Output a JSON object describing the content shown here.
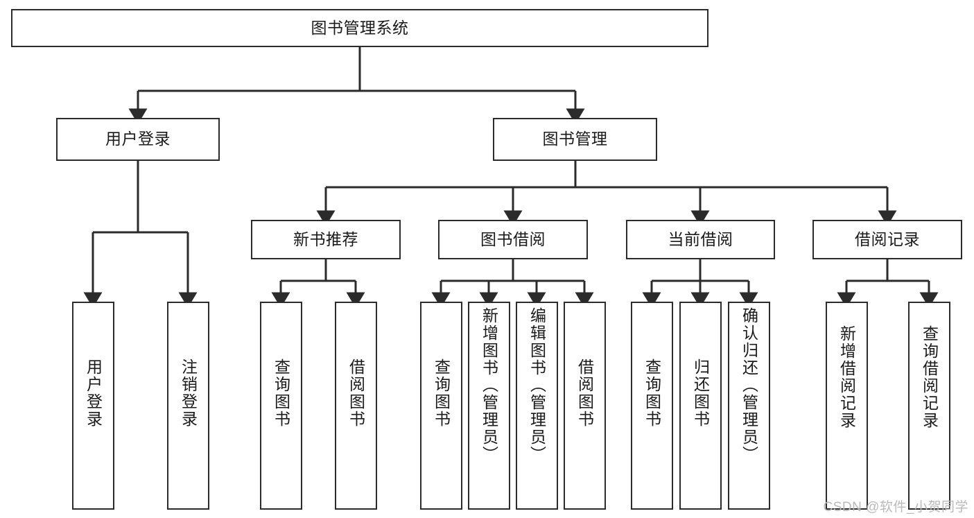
{
  "diagram": {
    "type": "tree-hierarchy",
    "title": "图书管理系统",
    "watermark": "CSDN @软件_小贺同学",
    "colors": {
      "border": "#2b2b2b",
      "background": "#ffffff",
      "text": "#1a1a1a",
      "watermark": "#b9b9b9"
    },
    "levels": {
      "root": {
        "label": "图书管理系统"
      },
      "level2": [
        {
          "label": "用户登录"
        },
        {
          "label": "图书管理"
        }
      ],
      "level3": [
        {
          "label": "新书推荐"
        },
        {
          "label": "图书借阅"
        },
        {
          "label": "当前借阅"
        },
        {
          "label": "借阅记录"
        }
      ],
      "leaves": {
        "user_login": [
          {
            "label": "用户登录"
          },
          {
            "label": "注销登录"
          }
        ],
        "new_book_recommend": [
          {
            "label": "查询图书"
          },
          {
            "label": "借阅图书"
          }
        ],
        "book_borrow": [
          {
            "label": "查询图书"
          },
          {
            "label": "新增图书（管理员）"
          },
          {
            "label": "编辑图书（管理员）"
          },
          {
            "label": "借阅图书"
          }
        ],
        "current_borrow": [
          {
            "label": "查询图书"
          },
          {
            "label": "归还图书"
          },
          {
            "label": "确认归还（管理员）"
          }
        ],
        "borrow_record": [
          {
            "label": "新增借阅记录"
          },
          {
            "label": "查询借阅记录"
          }
        ]
      }
    }
  }
}
